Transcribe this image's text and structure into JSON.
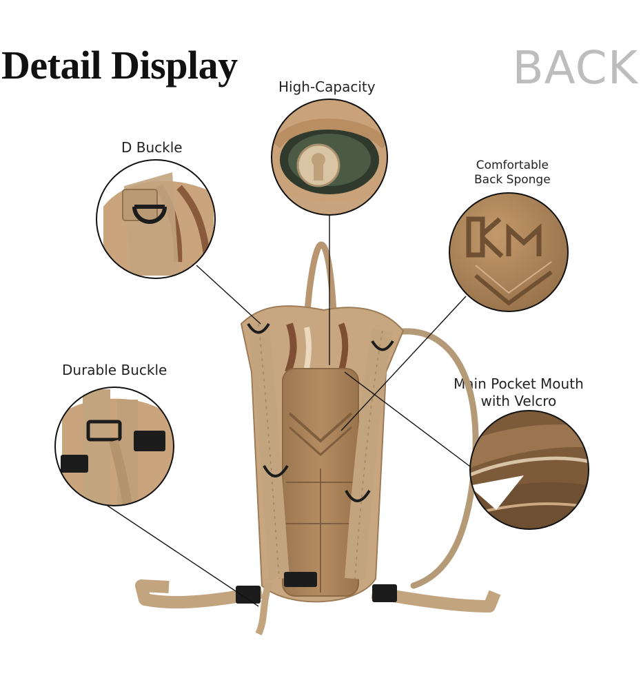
{
  "header": {
    "title": "Detail Display",
    "view_label": "BACK"
  },
  "callouts": {
    "high_capacity": "High-Capacity",
    "d_buckle": "D Buckle",
    "back_sponge_line1": "Comfortable",
    "back_sponge_line2": "Back Sponge",
    "durable_buckle": "Durable Buckle",
    "pocket_mouth_line1": "Main Pocket Mouth",
    "pocket_mouth_line2": "with Velcro"
  },
  "colors": {
    "tan": "#c9a982",
    "tan_dark": "#a88760",
    "strap": "#c2a47f",
    "camo_brown": "#8a5a3c",
    "foam": "#a9825a",
    "buckle_black": "#1c1c1c",
    "leader_line": "#111111",
    "circle_border": "#111111"
  }
}
